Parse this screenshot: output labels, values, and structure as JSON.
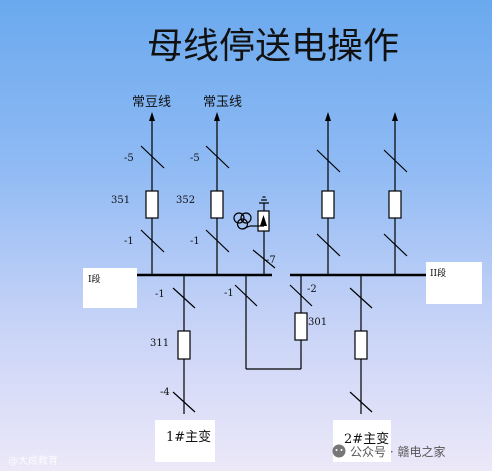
{
  "title": "母线停送电操作",
  "feeders": {
    "f1_name": "常豆线",
    "f2_name": "常玉线",
    "f1_switch_upper": "-5",
    "f1_breaker": "351",
    "f1_switch_lower": "-1",
    "f2_switch_upper": "-5",
    "f2_breaker": "352",
    "f2_switch_lower": "-1"
  },
  "pt": {
    "switch": "-7"
  },
  "bus": {
    "left_label": "I段",
    "right_label": "II段"
  },
  "buscoupler": {
    "switch_left": "-1",
    "switch_right": "-2",
    "breaker": "301"
  },
  "transformer1": {
    "switch_upper": "-1",
    "breaker": "311",
    "switch_lower": "-4",
    "label": "1#主变"
  },
  "transformer2": {
    "label": "2#主变"
  },
  "watermarks": {
    "left": "@大成教育",
    "right": "公众号 · 赣电之家"
  },
  "colors": {
    "line": "#000000",
    "breaker_fill": "#ffffff",
    "label_box_fill": "#ffffff"
  }
}
